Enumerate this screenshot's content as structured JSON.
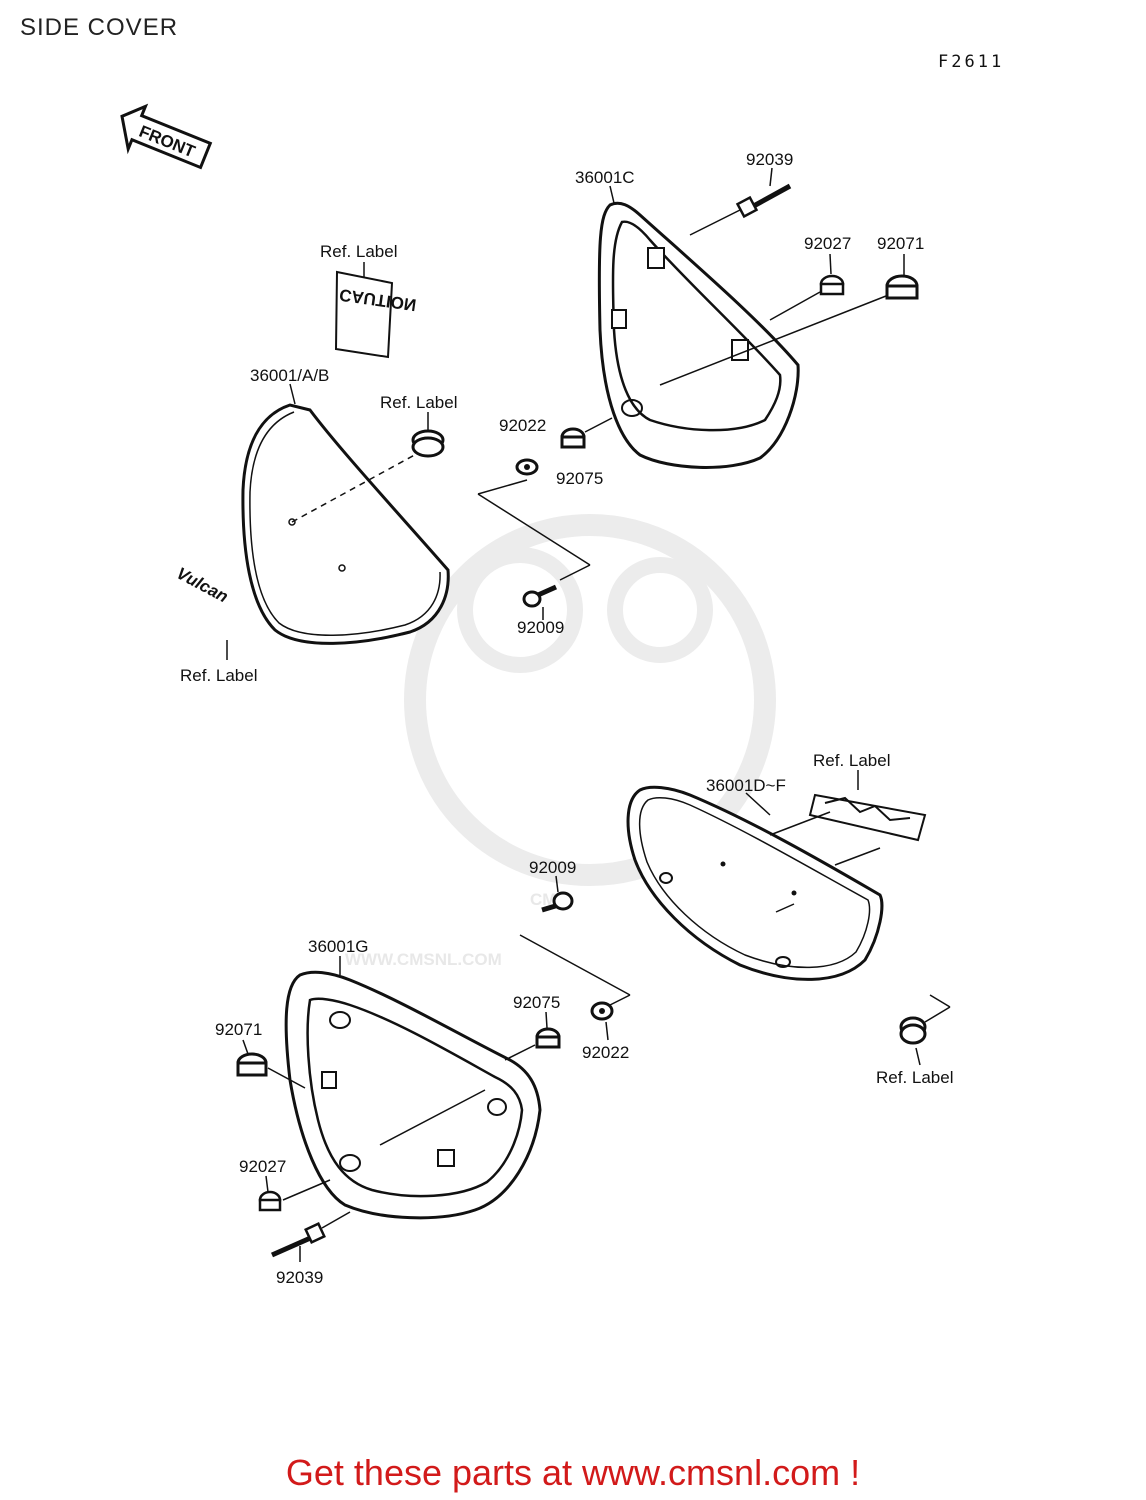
{
  "header": {
    "title": "SIDE COVER",
    "figure_code": "F2611"
  },
  "front_arrow": {
    "label": "FRONT"
  },
  "watermark": {
    "text": "WWW.CMSNL.COM",
    "logo_text": "CMS"
  },
  "decals": {
    "caution": "CAUTION",
    "vulcan": "Vulcan"
  },
  "callouts": {
    "ref_label_caution": "Ref. Label",
    "cover_left_upper": "36001/A/B",
    "ref_label_grommet": "Ref. Label",
    "ref_label_vulcan": "Ref. Label",
    "cover_frame_upper": "36001C",
    "bolt_upper": "92039",
    "bushing_upper": "92027",
    "damper_upper": "92071",
    "washer_upper": "92022",
    "grommet_upper": "92075",
    "screw_upper": "92009",
    "ref_label_emblem": "Ref. Label",
    "cover_right_lower": "36001D~F",
    "screw_lower": "92009",
    "cover_frame_lower": "36001G",
    "grommet_lower": "92075",
    "washer_lower": "92022",
    "damper_lower": "92071",
    "bushing_lower": "92027",
    "bolt_lower": "92039",
    "ref_label_lower": "Ref. Label"
  },
  "footer": {
    "text": "Get these parts at www.cmsnl.com !"
  }
}
